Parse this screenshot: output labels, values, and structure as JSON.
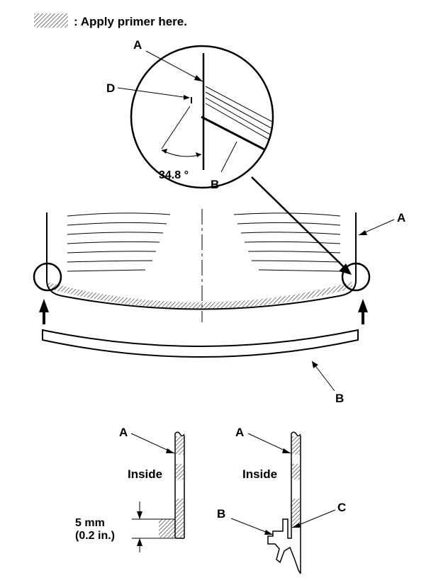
{
  "legend": {
    "text": ": Apply primer here."
  },
  "callouts": {
    "a_top": "A",
    "d": "D",
    "angle": "34.8 °",
    "b_zoom": "B",
    "a_right": "A",
    "b_strip": "B",
    "a_detail_left": "A",
    "inside_left": "Inside",
    "dim_mm": "5 mm",
    "dim_in": "(0.2 in.)",
    "a_detail_right": "A",
    "inside_right": "Inside",
    "b_detail_right": "B",
    "c_detail_right": "C"
  }
}
